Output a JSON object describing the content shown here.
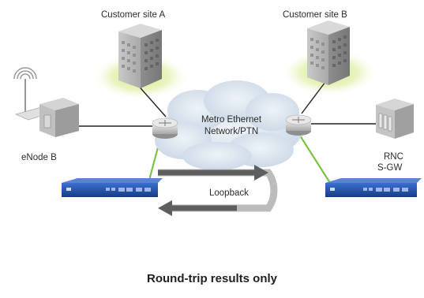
{
  "labels": {
    "customer_site_a": "Customer site A",
    "customer_site_b": "Customer site B",
    "enode_b": "eNode B",
    "metro_line1": "Metro Ethernet",
    "metro_line2": "Network/PTN",
    "rnc": "RNC",
    "sgw": "S-GW",
    "loopback": "Loopback"
  },
  "caption": "Round-trip results only",
  "colors": {
    "green_link": "#7cc242",
    "black_link": "#222222",
    "device_blue": "#1e4fa8",
    "arrow_gray": "#5a5a5a",
    "loop_gray": "#b9b9b9",
    "cloud": "#dfe8f1"
  }
}
